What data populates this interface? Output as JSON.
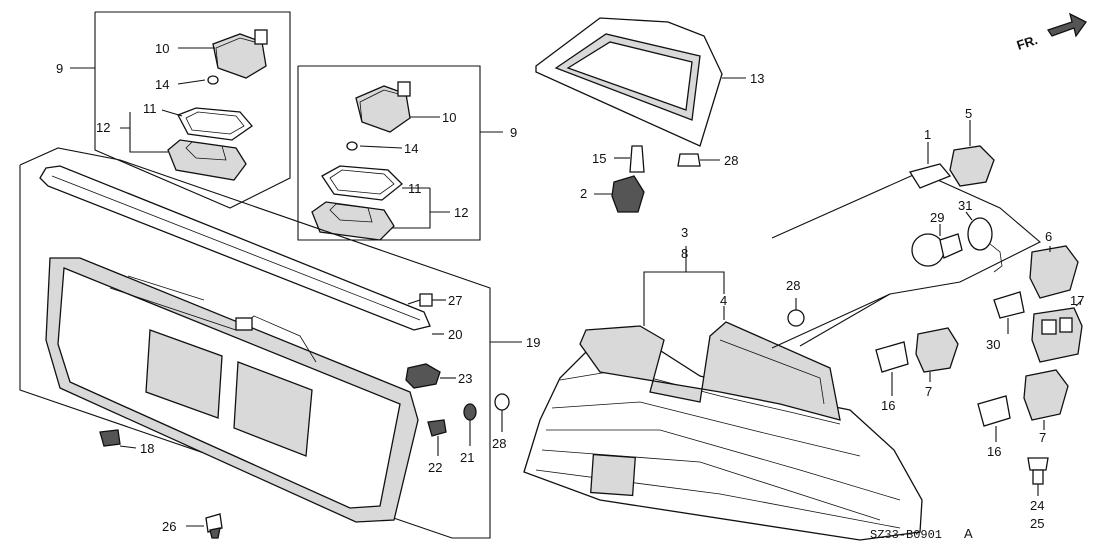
{
  "diagram_code": "SZ33-B0901",
  "diagram_code_suffix": "A",
  "front_indicator": "FR.",
  "callouts": {
    "c1": "1",
    "c2": "2",
    "c3": "3",
    "c4": "4",
    "c5": "5",
    "c6": "6",
    "c7a": "7",
    "c7b": "7",
    "c8": "8",
    "c9a": "9",
    "c9b": "9",
    "c10a": "10",
    "c10b": "10",
    "c11a": "11",
    "c11b": "11",
    "c12a": "12",
    "c12b": "12",
    "c13": "13",
    "c14a": "14",
    "c14b": "14",
    "c15": "15",
    "c16a": "16",
    "c16b": "16",
    "c17": "17",
    "c18": "18",
    "c19": "19",
    "c20": "20",
    "c21": "21",
    "c22": "22",
    "c23": "23",
    "c24": "24",
    "c25": "25",
    "c26": "26",
    "c27": "27",
    "c28a": "28",
    "c28b": "28",
    "c28c": "28",
    "c29": "29",
    "c30": "30",
    "c31": "31"
  }
}
